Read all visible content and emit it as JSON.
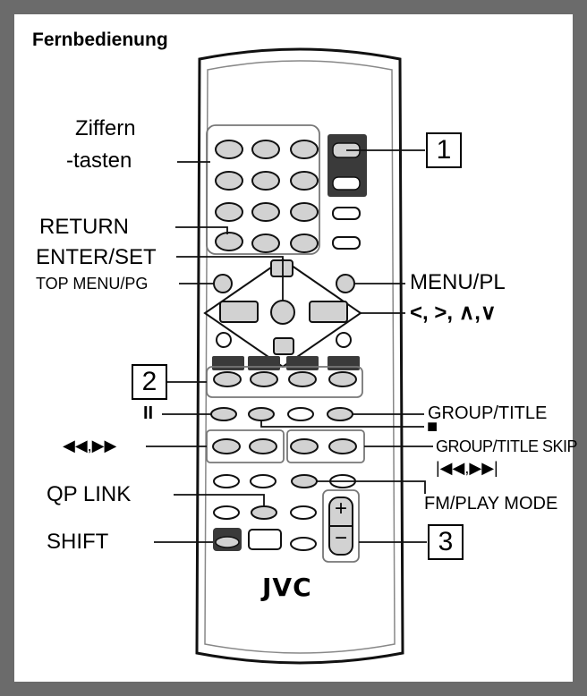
{
  "title": "Fernbedienung",
  "brand": "JVC",
  "labels": {
    "ziffern_line1": "Ziffern",
    "ziffern_line2": "-tasten",
    "return": "RETURN",
    "enter_set": "ENTER/SET",
    "top_menu_pg": "TOP MENU/PG",
    "menu_pl": "MENU/PL",
    "cursor_keys": "<, >, ∧,∨",
    "group_title": "GROUP/TITLE",
    "stop_symbol": "■",
    "pause_symbol": "II",
    "rewind_ff": "◀◀,▶▶",
    "group_title_skip": "GROUP/TITLE SKIP",
    "skip_symbols": "|◀◀,▶▶|",
    "qp_link": "QP LINK",
    "fm_play_mode": "FM/PLAY MODE",
    "shift": "SHIFT"
  },
  "callouts": [
    "1",
    "2",
    "3"
  ],
  "volume": {
    "plus": "+",
    "minus": "−"
  },
  "colors": {
    "frame": "#6b6b6b",
    "button_fill": "#d2d2d2",
    "dark_button": "#3a3a3a",
    "remote_body": "#ffffff"
  }
}
